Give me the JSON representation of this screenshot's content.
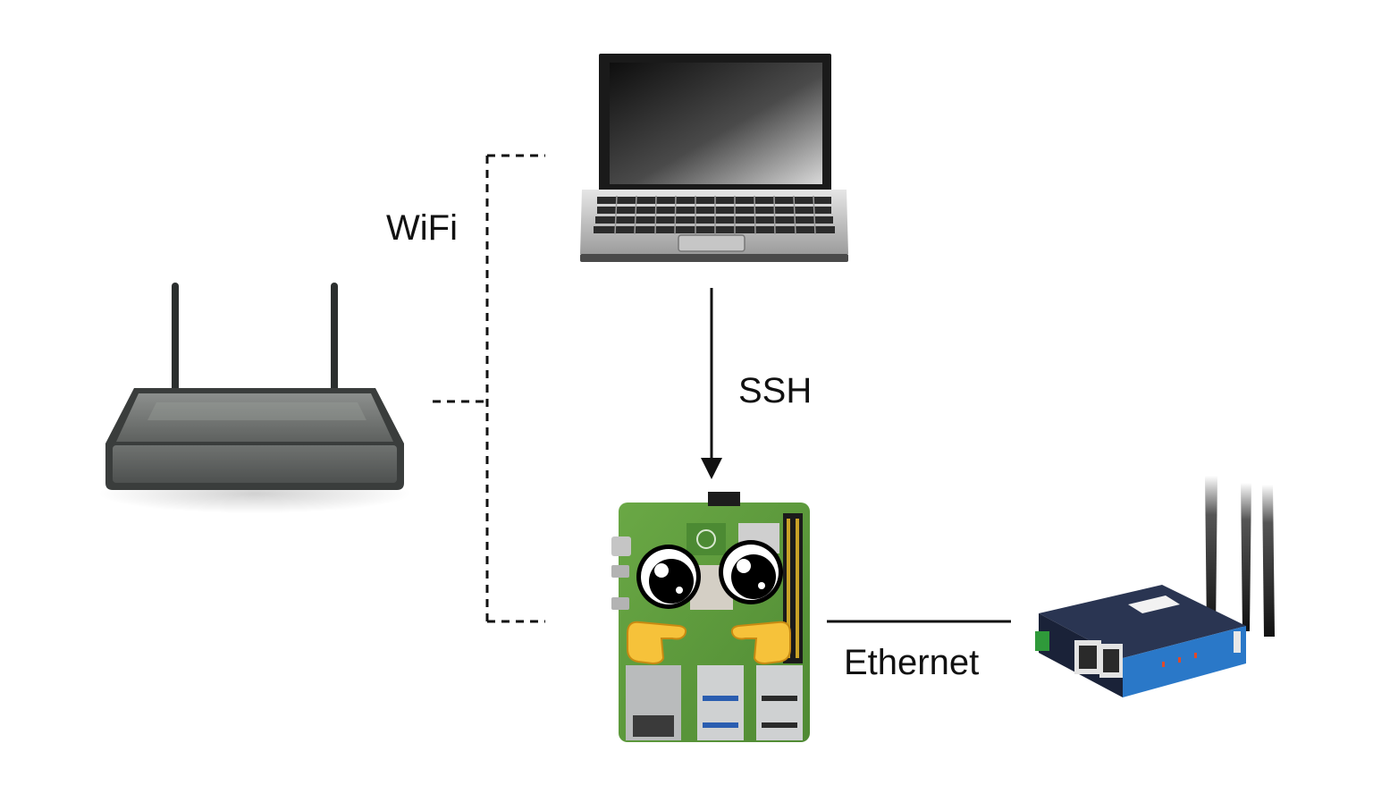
{
  "labels": {
    "wifi": "WiFi",
    "ssh": "SSH",
    "ethernet": "Ethernet"
  },
  "icons": {
    "router": "wifi-router-icon",
    "laptop": "laptop-icon",
    "pi": "raspberry-pi-board-icon",
    "industrial_router": "industrial-lte-router-icon"
  },
  "colors": {
    "line": "#111111",
    "pcb_green": "#5a9a3a",
    "router_gray": "#6b6e6c",
    "industrial_blue": "#2a78c8",
    "industrial_navy": "#1f2a44"
  }
}
